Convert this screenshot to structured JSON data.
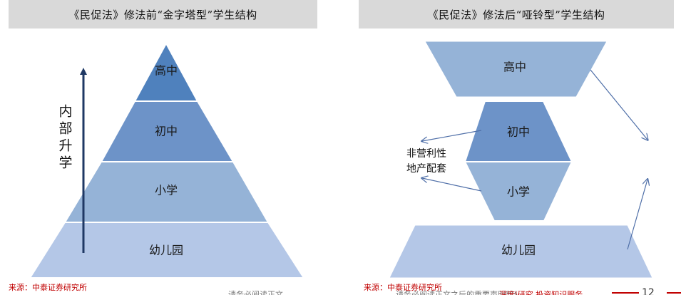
{
  "left_panel": {
    "title": "《民促法》修法前“金字塔型”学生结构",
    "vertical_label": [
      "内",
      "部",
      "升",
      "学"
    ],
    "layers": [
      "高中",
      "初中",
      "小学",
      "幼儿园"
    ],
    "source": "来源：中泰证券研究所"
  },
  "right_panel": {
    "title": "《民促法》修法后“哑铃型”学生结构",
    "layers": [
      "高中",
      "初中",
      "小学",
      "幼儿园"
    ],
    "side_label": [
      "非营利性",
      "地产配套"
    ],
    "source": "来源：中泰证券研究所"
  },
  "footer": {
    "mid_text": "请务必阅读正文",
    "right_text": "请务必阅读正文之后的重要声明部分",
    "red_text": "深度|研究 投资知识服务",
    "page_number": "12"
  },
  "colors": {
    "header_bg": "#d9d9d9",
    "dark_blue": "#4f81bd",
    "mid_blue": "#6d93c8",
    "light_blue": "#95b3d7",
    "pale_blue": "#b4c7e7",
    "arrow_dark": "#1f3864",
    "source_red": "#c00000"
  }
}
